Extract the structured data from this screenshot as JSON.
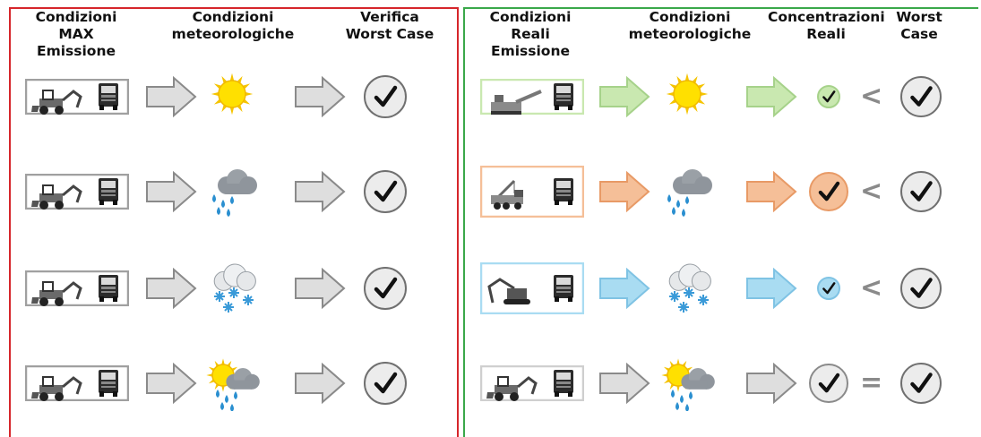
{
  "left_panel": {
    "border_color": "#d6262b",
    "headers": [
      "Condizioni MAX\nEmissione",
      "Condizioni\nmeteorologiche",
      "Verifica\nWorst Case"
    ],
    "rows": [
      {
        "machine": "backhoe-loader-icon",
        "weather": "sun-icon",
        "result": "check-icon"
      },
      {
        "machine": "backhoe-loader-icon",
        "weather": "rain-icon",
        "result": "check-icon"
      },
      {
        "machine": "backhoe-loader-icon",
        "weather": "snow-icon",
        "result": "check-icon"
      },
      {
        "machine": "backhoe-loader-icon",
        "weather": "sun-cloud-rain-icon",
        "result": "check-icon"
      }
    ]
  },
  "right_panel": {
    "border_color": "#3aa84a",
    "headers": [
      "Condizioni Reali\nEmissione",
      "Condizioni\nmeteorologiche",
      "Concentrazioni\nReali",
      "Worst\nCase"
    ],
    "rows": [
      {
        "machine": "road-milling-machine-icon",
        "accent": "#c9e8b0",
        "weather": "sun-icon",
        "real": "small-check-icon",
        "operator": "<",
        "worst": "check-icon"
      },
      {
        "machine": "crane-truck-icon",
        "accent": "#f5bf98",
        "weather": "rain-icon",
        "real": "check-icon",
        "operator": "<",
        "worst": "check-icon"
      },
      {
        "machine": "excavator-icon",
        "accent": "#a9dcf2",
        "weather": "snow-icon",
        "real": "small-check-icon",
        "operator": "<",
        "worst": "check-icon"
      },
      {
        "machine": "backhoe-loader-icon",
        "accent": "#cfcfcf",
        "weather": "sun-cloud-rain-icon",
        "real": "check-icon",
        "operator": "=",
        "worst": "check-icon"
      }
    ]
  }
}
